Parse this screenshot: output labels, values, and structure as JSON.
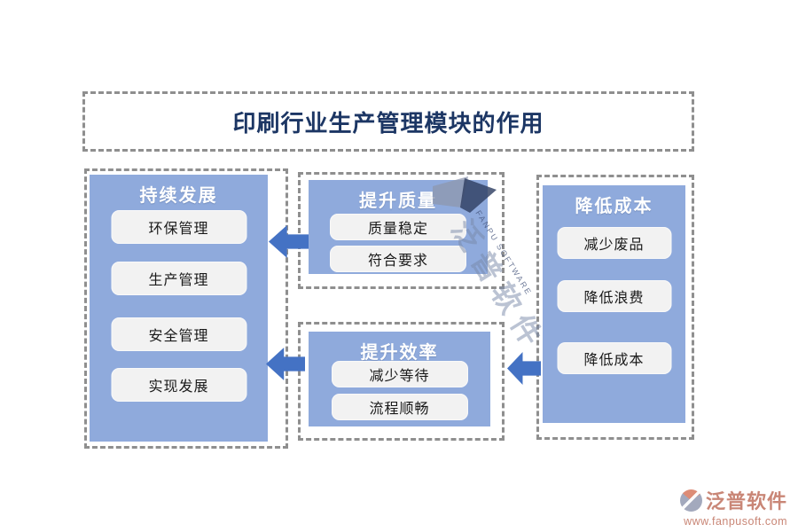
{
  "title": "印刷行业生产管理模块的作用",
  "groups": [
    {
      "title": "持续发展",
      "items": [
        "环保管理",
        "生产管理",
        "安全管理",
        "实现发展"
      ]
    },
    {
      "title": "提升质量",
      "items": [
        "质量稳定",
        "符合要求"
      ]
    },
    {
      "title": "提升效率",
      "items": [
        "减少等待",
        "流程顺畅"
      ]
    },
    {
      "title": "降低成本",
      "items": [
        "减少废品",
        "降低浪费",
        "降低成本"
      ]
    }
  ],
  "watermark": {
    "cn": "泛普软件",
    "en": "FANPU SOFTWARE"
  },
  "logo": {
    "name": "泛普软件",
    "url": "www.fanpusoft.com"
  },
  "colors": {
    "panel_fill": "#8FAADC",
    "arrow": "#4472C4",
    "title_text": "#1C3664",
    "item_bg": "#F2F2F2",
    "dash_border": "#8F8F8F",
    "logo_text": "#C98676"
  }
}
